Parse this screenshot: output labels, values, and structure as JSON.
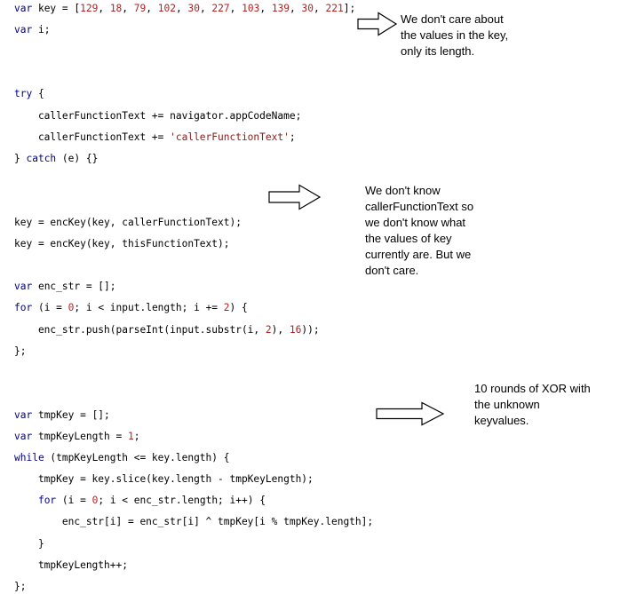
{
  "code_lines": [
    [
      {
        "t": "var",
        "c": "kw"
      },
      {
        "t": " key = ["
      },
      {
        "t": "129",
        "c": "num"
      },
      {
        "t": ", "
      },
      {
        "t": "18",
        "c": "num"
      },
      {
        "t": ", "
      },
      {
        "t": "79",
        "c": "num"
      },
      {
        "t": ", "
      },
      {
        "t": "102",
        "c": "num"
      },
      {
        "t": ", "
      },
      {
        "t": "30",
        "c": "num"
      },
      {
        "t": ", "
      },
      {
        "t": "227",
        "c": "num"
      },
      {
        "t": ", "
      },
      {
        "t": "103",
        "c": "num"
      },
      {
        "t": ", "
      },
      {
        "t": "139",
        "c": "num"
      },
      {
        "t": ", "
      },
      {
        "t": "30",
        "c": "num"
      },
      {
        "t": ", "
      },
      {
        "t": "221",
        "c": "num"
      },
      {
        "t": "];"
      }
    ],
    [
      {
        "t": "var",
        "c": "kw"
      },
      {
        "t": " i;"
      }
    ],
    [],
    [],
    [
      {
        "t": "try",
        "c": "kw"
      },
      {
        "t": " {"
      }
    ],
    [
      {
        "t": "    callerFunctionText += navigator.appCodeName;"
      }
    ],
    [
      {
        "t": "    callerFunctionText += "
      },
      {
        "t": "'callerFunctionText'",
        "c": "str"
      },
      {
        "t": ";"
      }
    ],
    [
      {
        "t": "} "
      },
      {
        "t": "catch",
        "c": "kw"
      },
      {
        "t": " (e) {}"
      }
    ],
    [],
    [],
    [
      {
        "t": "key = encKey(key, callerFunctionText);"
      }
    ],
    [
      {
        "t": "key = encKey(key, thisFunctionText);"
      }
    ],
    [],
    [
      {
        "t": "var",
        "c": "kw"
      },
      {
        "t": " enc_str = [];"
      }
    ],
    [
      {
        "t": "for",
        "c": "kw"
      },
      {
        "t": " (i = "
      },
      {
        "t": "0",
        "c": "num"
      },
      {
        "t": "; i < input.length; i += "
      },
      {
        "t": "2",
        "c": "num"
      },
      {
        "t": ") {"
      }
    ],
    [
      {
        "t": "    enc_str.push(parseInt(input.substr(i, "
      },
      {
        "t": "2",
        "c": "num"
      },
      {
        "t": "), "
      },
      {
        "t": "16",
        "c": "num"
      },
      {
        "t": "));"
      }
    ],
    [
      {
        "t": "};"
      }
    ],
    [],
    [],
    [
      {
        "t": "var",
        "c": "kw"
      },
      {
        "t": " tmpKey = [];"
      }
    ],
    [
      {
        "t": "var",
        "c": "kw"
      },
      {
        "t": " tmpKeyLength = "
      },
      {
        "t": "1",
        "c": "num"
      },
      {
        "t": ";"
      }
    ],
    [
      {
        "t": "while",
        "c": "kw"
      },
      {
        "t": " (tmpKeyLength <= key.length) {"
      }
    ],
    [
      {
        "t": "    tmpKey = key.slice(key.length - tmpKeyLength);"
      }
    ],
    [
      {
        "t": "    "
      },
      {
        "t": "for",
        "c": "kw"
      },
      {
        "t": " (i = "
      },
      {
        "t": "0",
        "c": "num"
      },
      {
        "t": "; i < enc_str.length; i++) {"
      }
    ],
    [
      {
        "t": "        enc_str[i] = enc_str[i] ^ tmpKey[i % tmpKey.length];"
      }
    ],
    [
      {
        "t": "    }"
      }
    ],
    [
      {
        "t": "    tmpKeyLength++;"
      }
    ],
    [
      {
        "t": "};"
      }
    ]
  ],
  "annotations": [
    {
      "lines": [
        "We don't care about",
        "the values in the key,",
        "only its length."
      ]
    },
    {
      "lines": [
        "We don't know",
        "callerFunctionText so",
        "we don't know what",
        "the values of key",
        "currently are. But we",
        "don't care."
      ]
    },
    {
      "lines": [
        "10 rounds of XOR with",
        "the unknown",
        "keyvalues."
      ]
    }
  ]
}
